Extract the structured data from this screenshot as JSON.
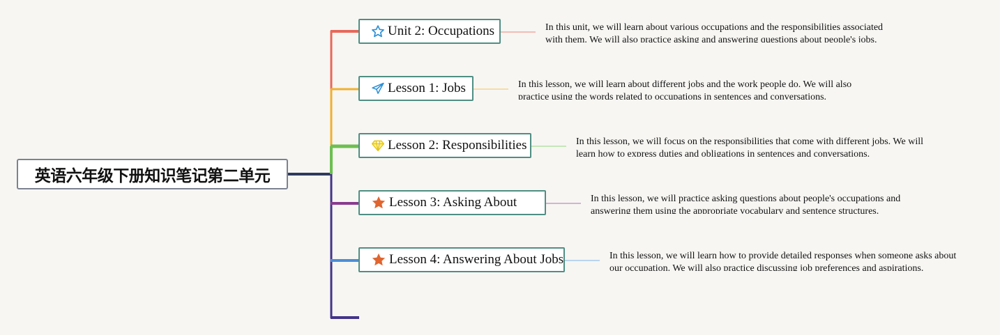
{
  "root": {
    "title": "英语六年级下册知识笔记第二单元"
  },
  "colors": {
    "root_line": "#2f3a5e",
    "spine": "#44348a",
    "branches": [
      "#e8685a",
      "#f0b030",
      "#6cbf50",
      "#8b3a8e",
      "#4a8ed8",
      "#44348a"
    ],
    "node_border": "#4f8e83"
  },
  "branches": [
    {
      "label": "Unit 2: Occupations",
      "icon": "star-outline-icon",
      "description": "In this unit, we will learn about various occupations and the responsibilities associated with them. We will also practice asking and answering questions about people's jobs."
    },
    {
      "label": "Lesson 1: Jobs",
      "icon": "paper-plane-icon",
      "description": "In this lesson, we will learn about different jobs and the work people do. We will also practice using the words related to occupations in sentences and conversations."
    },
    {
      "label": "Lesson 2: Responsibilities",
      "icon": "diamond-icon",
      "description": "In this lesson, we will focus on the responsibilities that come with different jobs. We will learn how to express duties and obligations in sentences and conversations."
    },
    {
      "label": "Lesson 3: Asking About",
      "icon": "star-filled-icon",
      "description": "In this lesson, we will practice asking questions about people's occupations and answering them using the appropriate vocabulary and sentence structures."
    },
    {
      "label": "Lesson 4: Answering About Jobs",
      "icon": "star-filled-icon",
      "description": "In this lesson, we will learn how to provide detailed responses when someone asks about our occupation. We will also practice discussing job preferences and aspirations."
    }
  ]
}
